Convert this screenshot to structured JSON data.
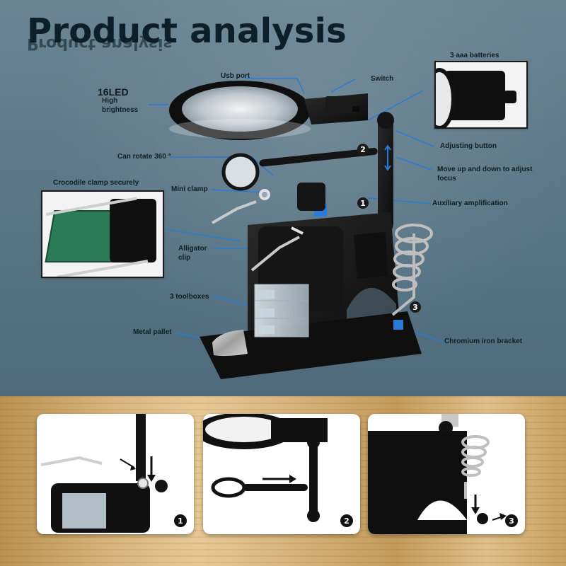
{
  "title": "Product analysis",
  "title_reflection": "Product analysis",
  "callouts": {
    "led": "16LED",
    "high_brightness": "High brightness",
    "usb_port": "Usb port",
    "switch": "Switch",
    "batteries": "3 aaa batteries",
    "adjusting_button": "Adjusting button",
    "rotate": "Can rotate 360 °",
    "move_up_down": "Move up and down to adjust focus",
    "crocodile": "Crocodile clamp securely",
    "mini_clamp": "Mini clamp",
    "auxiliary": "Auxiliary amplification",
    "alligator": "Alligator clip",
    "toolboxes": "3 toolboxes",
    "metal_pallet": "Metal pallet",
    "chromium": "Chromium iron bracket"
  },
  "markers": [
    "1",
    "2",
    "3"
  ],
  "steps": [
    {
      "number": "1"
    },
    {
      "number": "2"
    },
    {
      "number": "3"
    }
  ],
  "colors": {
    "callout_line": "#2a7bd6",
    "background_top": "#5f7a8a",
    "wood": "#d6b27a"
  }
}
